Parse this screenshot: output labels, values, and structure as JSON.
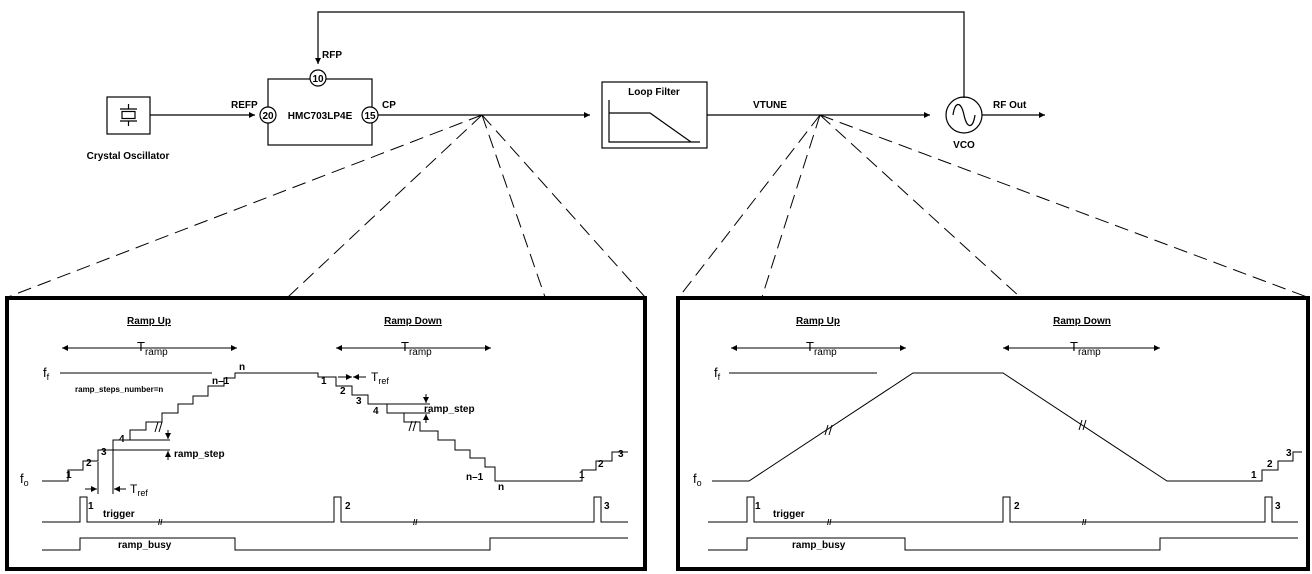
{
  "block_diagram": {
    "crystal_oscillator": "Crystal Oscillator",
    "pll_chip": "HMC703LP4E",
    "pin_refp": {
      "label": "REFP",
      "number": "20"
    },
    "pin_rfp": {
      "label": "RFP",
      "number": "10"
    },
    "pin_cp": {
      "label": "CP",
      "number": "15"
    },
    "loop_filter": "Loop Filter",
    "vtune": "VTUNE",
    "vco": "VCO",
    "rf_out": "RF Out"
  },
  "left_panel": {
    "ramp_up": "Ramp Up",
    "ramp_down": "Ramp Down",
    "t_symbol": "T",
    "t_ramp_sub": "ramp",
    "t_ref_sub": "ref",
    "f_symbol": "f",
    "f_final_sub": "f",
    "f_start_sub": "o",
    "ramp_steps_number": "ramp_steps_number=n",
    "ramp_step": "ramp_step",
    "up_steps": [
      "1",
      "2",
      "3",
      "4",
      "n–1",
      "n"
    ],
    "down_steps": [
      "1",
      "2",
      "3",
      "4",
      "n–1",
      "n"
    ],
    "tail_steps": [
      "1",
      "2",
      "3"
    ],
    "trigger": "trigger",
    "trigger_marks": [
      "1",
      "2",
      "3"
    ],
    "ramp_busy": "ramp_busy",
    "break_mark": "//"
  },
  "right_panel": {
    "ramp_up": "Ramp Up",
    "ramp_down": "Ramp Down",
    "t_symbol": "T",
    "t_ramp_sub": "ramp",
    "f_symbol": "f",
    "f_final_sub": "f",
    "f_start_sub": "o",
    "tail_steps": [
      "1",
      "2",
      "3"
    ],
    "trigger": "trigger",
    "trigger_marks": [
      "1",
      "2",
      "3"
    ],
    "ramp_busy": "ramp_busy",
    "break_mark": "//"
  }
}
